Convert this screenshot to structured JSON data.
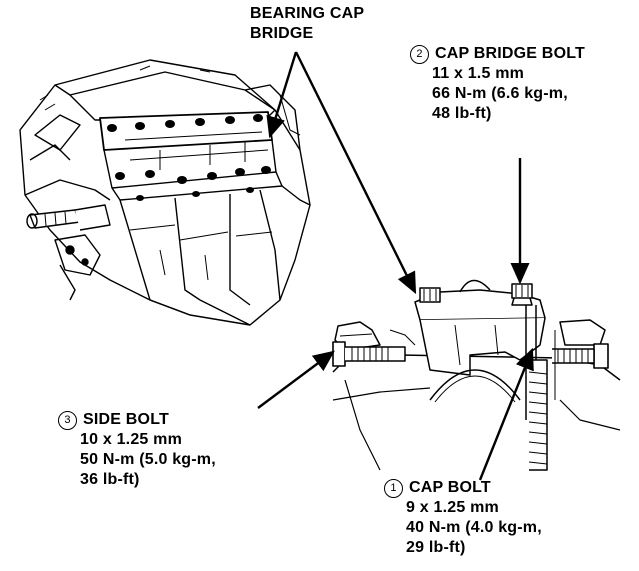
{
  "labels": {
    "bearing_cap_bridge": {
      "line1": "BEARING CAP",
      "line2": "BRIDGE"
    },
    "cap_bridge_bolt": {
      "number": "2",
      "title": "CAP BRIDGE BOLT",
      "size": "11 x 1.5 mm",
      "torque1": "66 N-m (6.6 kg-m,",
      "torque2": "48 lb-ft)"
    },
    "side_bolt": {
      "number": "3",
      "title": "SIDE BOLT",
      "size": "10 x 1.25 mm",
      "torque1": "50 N-m (5.0 kg-m,",
      "torque2": "36 lb-ft)"
    },
    "cap_bolt": {
      "number": "1",
      "title": "CAP BOLT",
      "size": "9 x 1.25 mm",
      "torque1": "40 N-m (4.0 kg-m,",
      "torque2": "29 lb-ft)"
    }
  },
  "colors": {
    "ink": "#000000",
    "paper": "#ffffff"
  }
}
